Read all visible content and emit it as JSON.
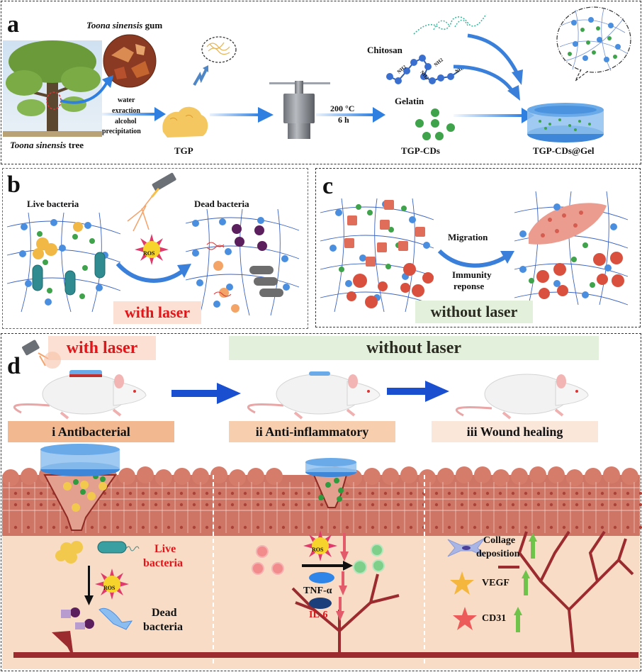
{
  "figure": {
    "panel_a": {
      "label": "a",
      "tree_caption_italic": "Toona sinensis",
      "tree_caption_rest": " tree",
      "gum_caption_italic": "Toona sinensis",
      "gum_caption_rest": " gum",
      "process_lines": [
        "water",
        "exraction",
        "alcohol",
        "precipitation"
      ],
      "tgp_label": "TGP",
      "reaction_temp": "200 °C",
      "reaction_time": "6 h",
      "chitosan_label": "Chitosan",
      "gelatin_label": "Gelatin",
      "cds_label": "TGP-CDs",
      "gel_label": "TGP-CDs@Gel",
      "nh2_label": "NH2"
    },
    "panel_b": {
      "label": "b",
      "live_label": "Live bacteria",
      "dead_label": "Dead bacteria",
      "ros_label": "ROS",
      "condition_label": "with laser"
    },
    "panel_c": {
      "label": "c",
      "migration_label": "Migration",
      "immunity_line1": "Immunity",
      "immunity_line2": "reponse",
      "condition_label": "without laser"
    },
    "panel_d": {
      "label": "d",
      "with_laser_label": "with laser",
      "without_laser_label": "without laser",
      "stages": [
        {
          "label": "i Antibacterial"
        },
        {
          "label": "ii Anti-inflammatory"
        },
        {
          "label": "iii Wound healing"
        }
      ],
      "stage1": {
        "live_line1": "Live",
        "live_line2": "bacteria",
        "dead_line1": "Dead",
        "dead_line2": "bacteria",
        "ros_label": "ROS"
      },
      "stage2": {
        "ros_label": "ROS",
        "tnf_label": "TNF-α",
        "il6_label": "IL-6"
      },
      "stage3": {
        "collagen_line1": "Collage",
        "collagen_line2": "deposition",
        "vegf_label": "VEGF",
        "cd31_label": "CD31"
      }
    },
    "colors": {
      "arrow_blue": "#2f7fe0",
      "dark_arrow_blue": "#1a4fd0",
      "laser_red": "#e0161b",
      "with_laser_bg": "#fbe0d3",
      "without_laser_bg": "#e3f0db",
      "stage1_bg": "#f2b88f",
      "stage2_bg": "#f8cfae",
      "stage3_bg": "#fbe6da",
      "tissue_bg": "#f8dcc6",
      "epithelium": "#cf7565",
      "vessel": "#9b2b2f",
      "cd_green": "#3ea34a",
      "node_blue": "#4a8ee0",
      "up_green": "#6fc24a",
      "down_red": "#e35a6a"
    }
  }
}
